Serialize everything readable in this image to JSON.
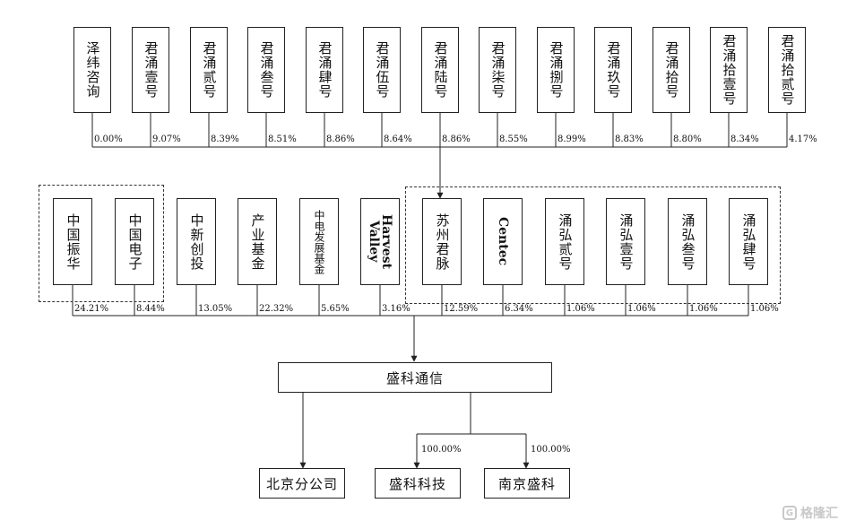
{
  "top_row": [
    {
      "name": "泽纬咨询",
      "pct": "0.00%"
    },
    {
      "name": "君涌壹号",
      "pct": "9.07%"
    },
    {
      "name": "君涌贰号",
      "pct": "8.39%"
    },
    {
      "name": "君涌叁号",
      "pct": "8.51%"
    },
    {
      "name": "君涌肆号",
      "pct": "8.86%"
    },
    {
      "name": "君涌伍号",
      "pct": "8.64%"
    },
    {
      "name": "君涌陆号",
      "pct": "8.86%"
    },
    {
      "name": "君涌柒号",
      "pct": "8.55%"
    },
    {
      "name": "君涌捌号",
      "pct": "8.99%"
    },
    {
      "name": "君涌玖号",
      "pct": "8.83%"
    },
    {
      "name": "君涌拾号",
      "pct": "8.80%"
    },
    {
      "name": "君涌拾壹号",
      "pct": "8.34%"
    },
    {
      "name": "君涌拾贰号",
      "pct": "4.17%"
    }
  ],
  "middle_row": [
    {
      "name": "中国振华",
      "pct": "24.21%"
    },
    {
      "name": "中国电子",
      "pct": "8.44%"
    },
    {
      "name": "中新创投",
      "pct": "13.05%"
    },
    {
      "name": "产业基金",
      "pct": "22.32%"
    },
    {
      "name": "中电发展基金",
      "pct": "5.65%"
    },
    {
      "name": "Harvest Valley",
      "pct": "3.16%"
    },
    {
      "name": "苏州君脉",
      "pct": "12.59%"
    },
    {
      "name": "Centec",
      "pct": "6.34%"
    },
    {
      "name": "涌弘贰号",
      "pct": "1.06%"
    },
    {
      "name": "涌弘壹号",
      "pct": "1.06%"
    },
    {
      "name": "涌弘叁号",
      "pct": "1.06%"
    },
    {
      "name": "涌弘肆号",
      "pct": "1.06%"
    }
  ],
  "company": "盛科通信",
  "subsidiaries": [
    {
      "name": "北京分公司",
      "pct": ""
    },
    {
      "name": "盛科科技",
      "pct": "100.00%"
    },
    {
      "name": "南京盛科",
      "pct": "100.00%"
    }
  ],
  "watermark": "格隆汇",
  "colors": {
    "line": "#222222",
    "watermark": "#c9c9c9"
  }
}
